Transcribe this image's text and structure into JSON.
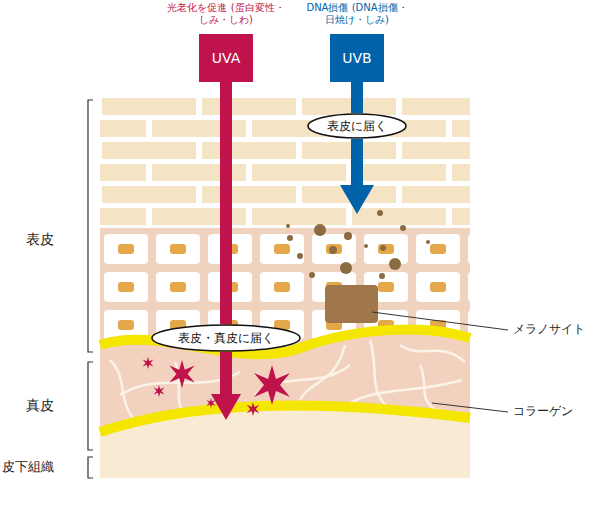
{
  "diagram": {
    "nodes": [
      {
        "text": [
          "UVA"
        ]
      },
      {
        "text": [
          "UVB"
        ]
      },
      {
        "text": [
          "表皮に届く"
        ]
      },
      {
        "text": [
          "表皮・真皮に届く"
        ]
      }
    ],
    "edges": [
      {
        "from": 0,
        "to": 3,
        "arrow": "none"
      },
      {
        "from": 1,
        "to": 2,
        "arrow": "none"
      }
    ],
    "labels": [
      "光老化を促進 (蛋白変性・しみ・しわ)",
      "DNA損傷 (DNA損傷・日焼け・しみ)",
      "表皮",
      "真皮",
      "皮下組織",
      "メラノサイト",
      "コラーゲン"
    ]
  }
}
